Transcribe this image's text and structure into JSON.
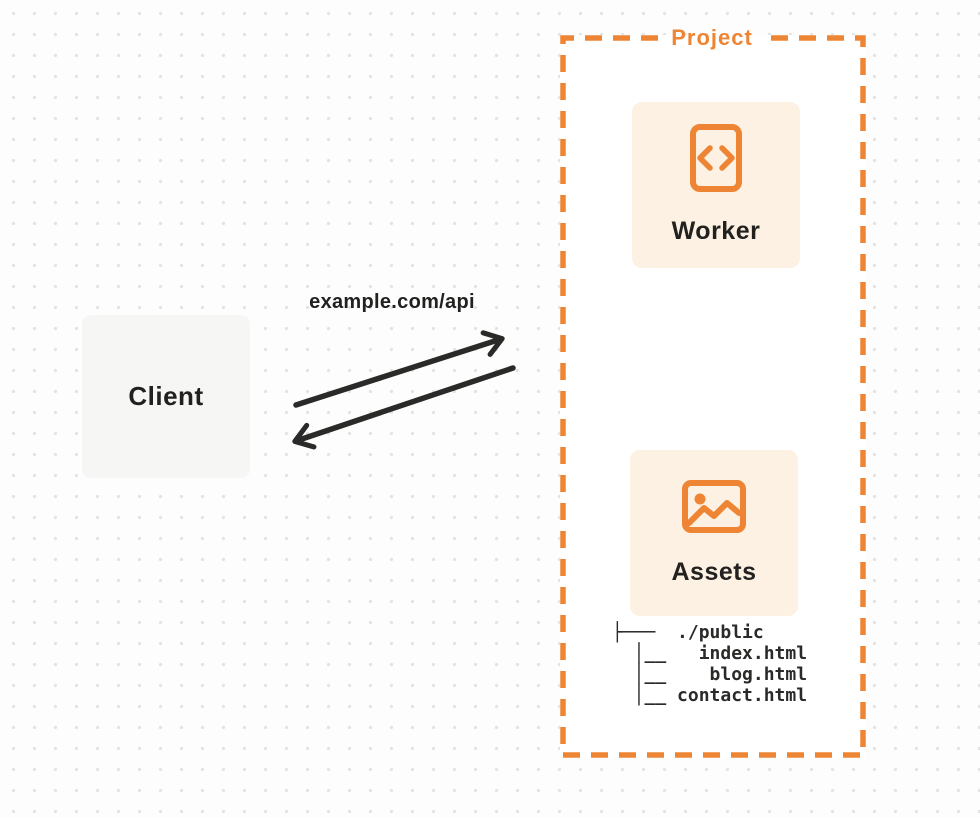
{
  "diagram": {
    "background": {
      "pattern": "dot-grid",
      "dot_color": "#E3E3E3",
      "bg_color": "#FDFDFD"
    },
    "client": {
      "label": "Client",
      "fill": "#F6F6F5"
    },
    "request_label": "example.com/api",
    "arrows": [
      {
        "name": "request-arrow",
        "from": "Client",
        "to": "Project",
        "color": "#2A2A28"
      },
      {
        "name": "response-arrow",
        "from": "Project",
        "to": "Client",
        "color": "#2A2A28"
      }
    ],
    "project": {
      "label": "Project",
      "border_color": "#EE8534",
      "nodes": [
        {
          "label": "Worker",
          "icon": "code-file-icon",
          "fill": "#FCF1E3",
          "icon_color": "#EE8534"
        },
        {
          "label": "Assets",
          "icon": "image-icon",
          "fill": "#FCF1E3",
          "icon_color": "#EE8534"
        }
      ],
      "file_tree": {
        "lines": [
          "├───  ./public",
          "  │__   index.html",
          "  │__    blog.html",
          "  │__ contact.html"
        ]
      }
    }
  }
}
